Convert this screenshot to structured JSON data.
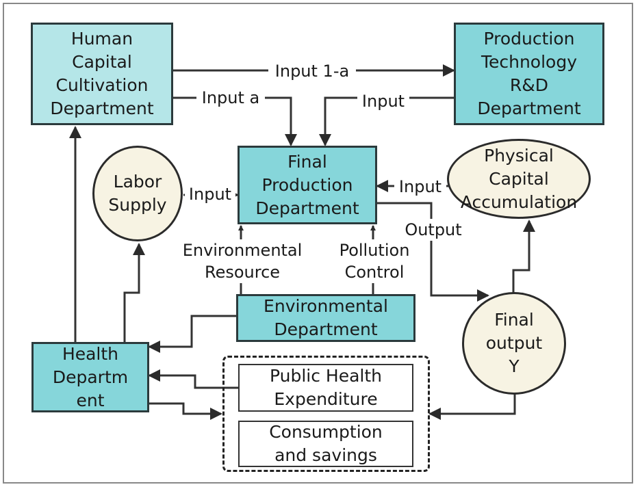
{
  "nodes": {
    "human_capital": "Human\nCapital\nCultivation\nDepartment",
    "production_tech": "Production\nTechnology\nR&D\nDepartment",
    "labor_supply": "Labor\nSupply",
    "final_production": "Final\nProduction\nDepartment",
    "physical_capital": "Physical\nCapital\nAccumulation",
    "environmental": "Environmental\nDepartment",
    "health": "Health\nDepartm\nent",
    "final_output": "Final\noutput\nY",
    "public_health": "Public Health\nExpenditure",
    "consumption": "Consumption\nand savings"
  },
  "edges": {
    "input_1a": "Input 1-a",
    "input_a": "Input a",
    "input_rd": "Input",
    "input_labor": "Input",
    "input_capital": "Input",
    "output": "Output",
    "env_resource": "Environmental\nResource",
    "pollution": "Pollution\nControl"
  }
}
